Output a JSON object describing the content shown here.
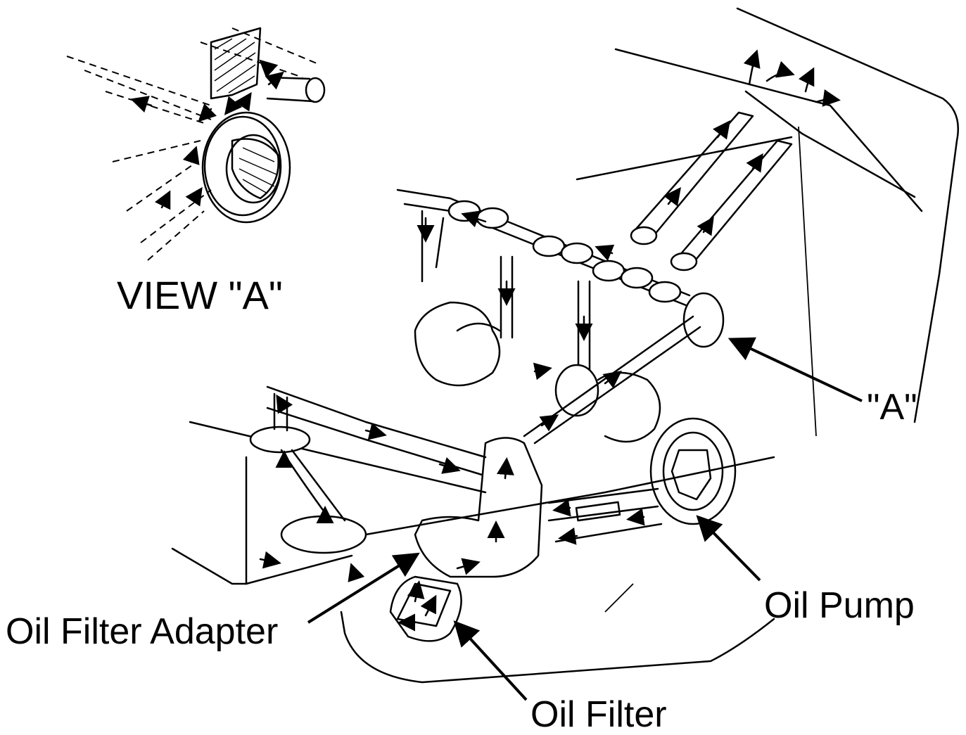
{
  "labels": {
    "view_a": "VIEW \"A\"",
    "callout_a": "\"A\"",
    "oil_pump": "Oil Pump",
    "oil_filter_adapter": "Oil Filter Adapter",
    "oil_filter": "Oil Filter"
  },
  "colors": {
    "line": "#000000",
    "background": "#ffffff"
  }
}
